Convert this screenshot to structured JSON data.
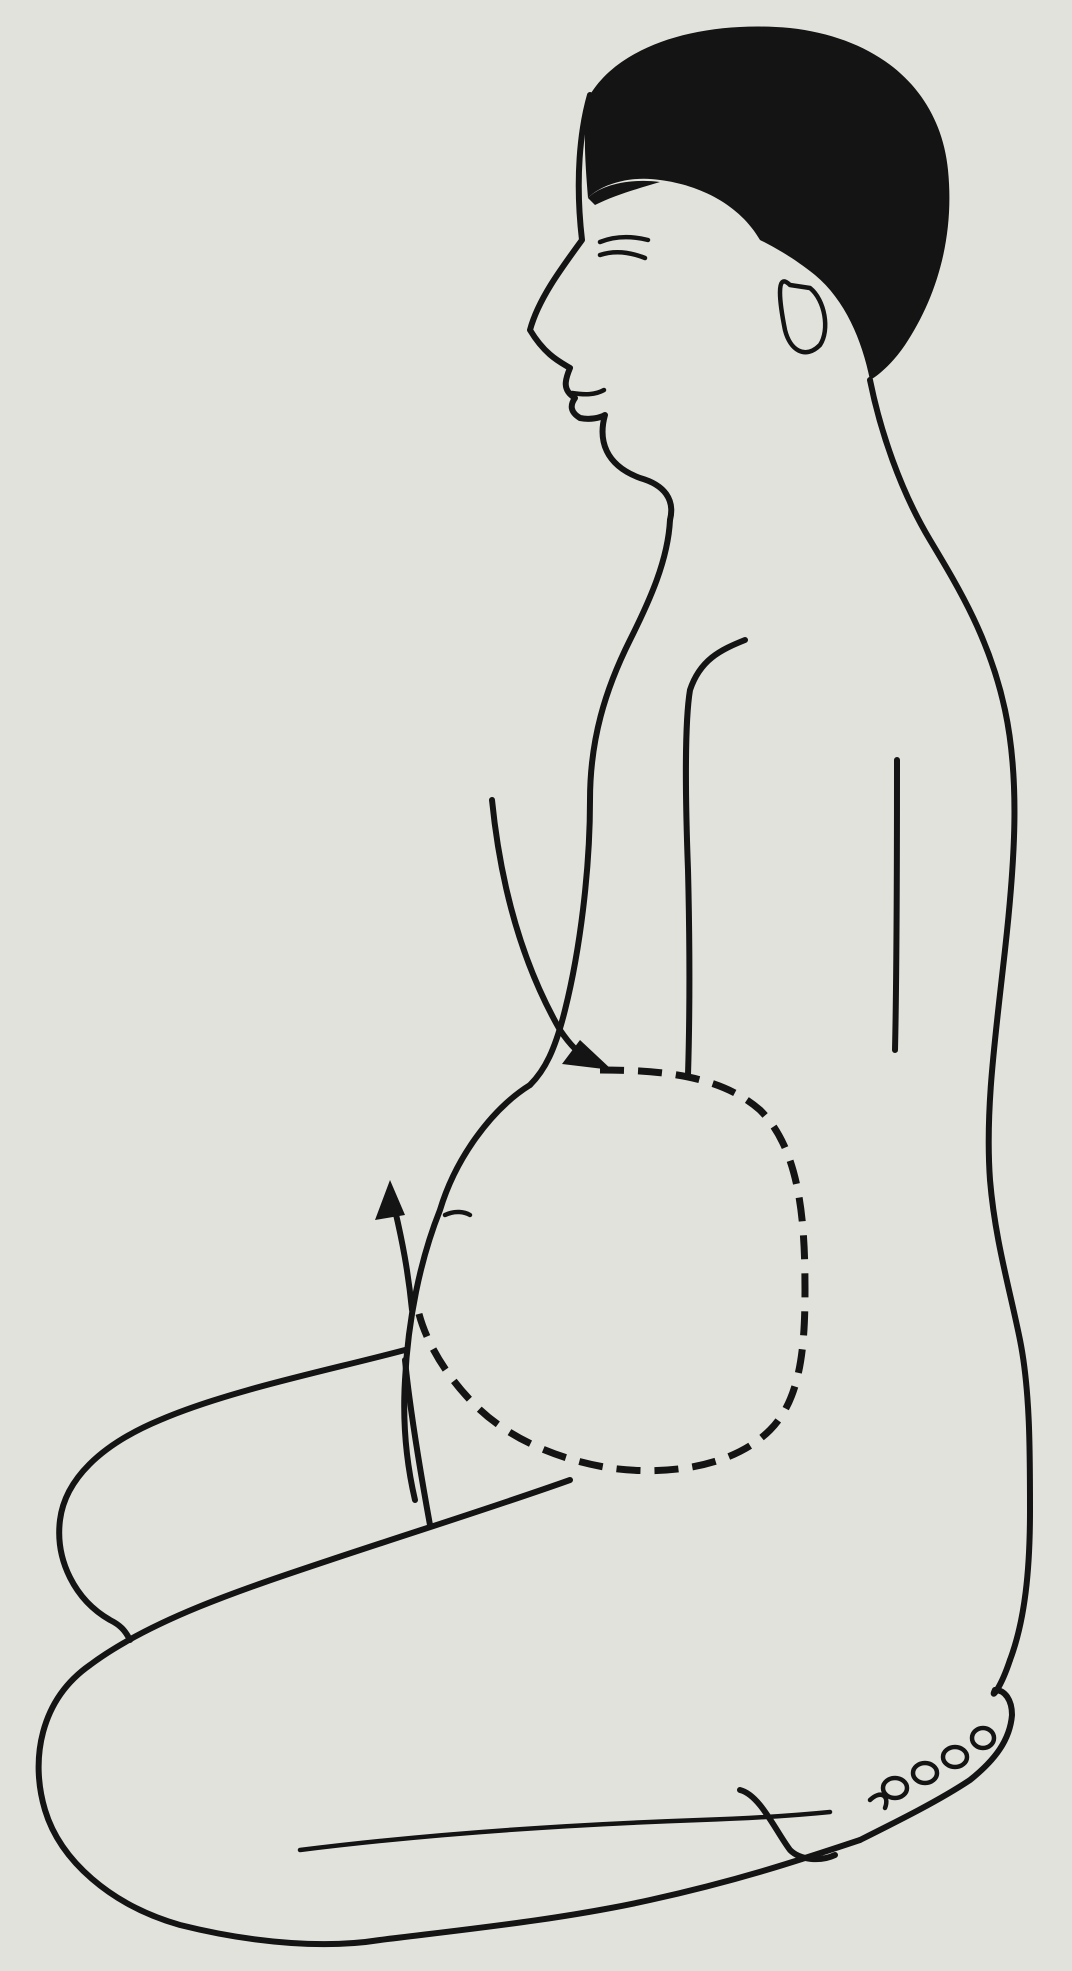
{
  "figure": {
    "subject": "seated-figure-abdominal-breathing",
    "ink_color": "#141414",
    "paper_color": "#e2e2dd",
    "elements": [
      {
        "name": "hair",
        "icon": "hair-icon"
      },
      {
        "name": "head-and-face",
        "icon": "face-profile-icon"
      },
      {
        "name": "ear",
        "icon": "ear-icon"
      },
      {
        "name": "torso",
        "icon": "torso-icon"
      },
      {
        "name": "arm",
        "icon": "arm-icon"
      },
      {
        "name": "abdomen-dashed-circle",
        "icon": "dashed-circle-icon"
      },
      {
        "name": "inhale-arrow",
        "icon": "arrow-down-right-icon"
      },
      {
        "name": "exhale-arrow",
        "icon": "arrow-up-icon"
      },
      {
        "name": "legs-kneeling",
        "icon": "legs-icon"
      },
      {
        "name": "toes",
        "icon": "toes-icon"
      }
    ]
  }
}
